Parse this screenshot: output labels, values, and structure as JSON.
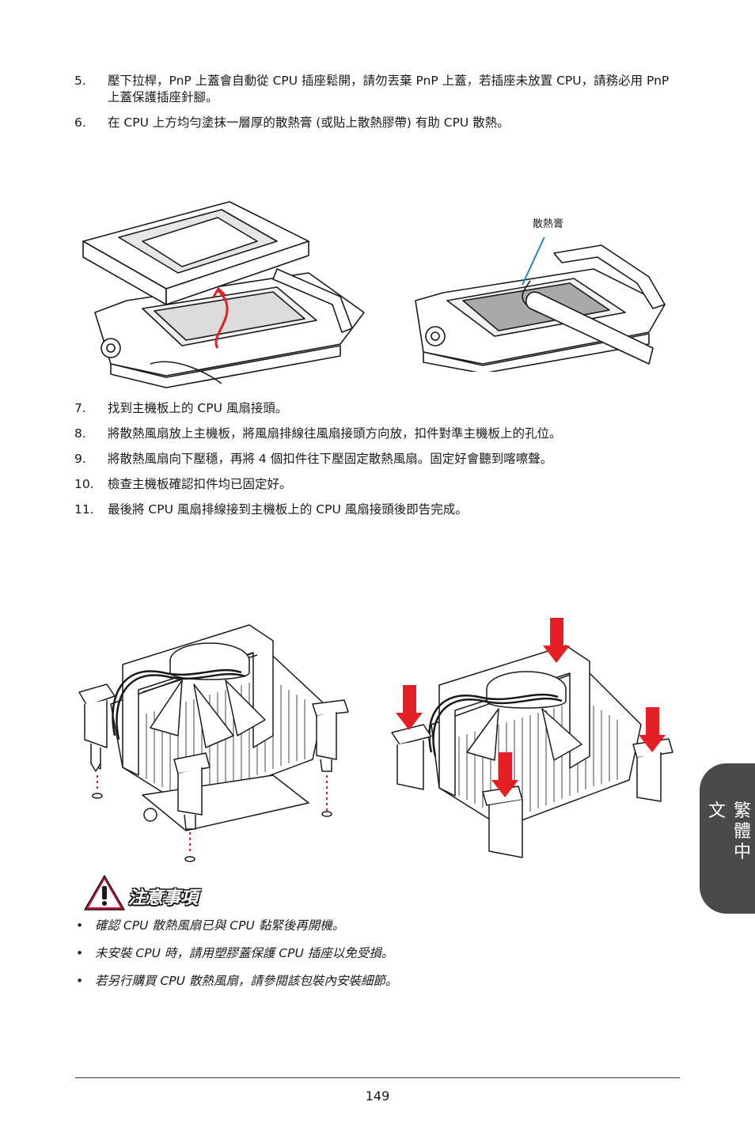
{
  "steps_top": [
    {
      "num": "5.",
      "text": "壓下拉桿，PnP 上蓋會自動從 CPU 插座鬆開，請勿丟棄 PnP 上蓋，若插座未放置 CPU，請務必用 PnP 上蓋保護插座針腳。"
    },
    {
      "num": "6.",
      "text": "在 CPU 上方均勻塗抹一層厚的散熱膏 (或貼上散熱膠帶) 有助 CPU 散熱。"
    }
  ],
  "figure1": {
    "thermal_paste_label": "散熱膏"
  },
  "steps_middle": [
    {
      "num": "7.",
      "text": "找到主機板上的 CPU 風扇接頭。"
    },
    {
      "num": "8.",
      "text": "將散熱風扇放上主機板，將風扇排線往風扇接頭方向放，扣件對準主機板上的孔位。"
    },
    {
      "num": "9.",
      "text": "將散熱風扇向下壓穩，再將 4 個扣件往下壓固定散熱風扇。固定好會聽到喀嚓聲。"
    },
    {
      "num": "10.",
      "text": "檢查主機板確認扣件均已固定好。"
    },
    {
      "num": "11.",
      "text": "最後將 CPU 風扇排線接到主機板上的 CPU 風扇接頭後即告完成。"
    }
  ],
  "notes": {
    "title": "注意事項",
    "icon": "warning-triangle-icon",
    "items": [
      "確認 CPU 散熱風扇已與 CPU 黏緊後再開機。",
      "未安裝 CPU 時，請用塑膠蓋保護 CPU 插座以免受損。",
      "若另行購買 CPU 散熱風扇，請參閱該包裝內安裝細節。"
    ]
  },
  "side_tab": "繁體中文",
  "page_number": "149",
  "colors": {
    "arrow_red": "#e31e24",
    "callout_blue": "#1e88c8",
    "paste_gray": "#a9a9a9",
    "tab_gray": "#4a4a4a",
    "warning_red": "#c8102e"
  }
}
